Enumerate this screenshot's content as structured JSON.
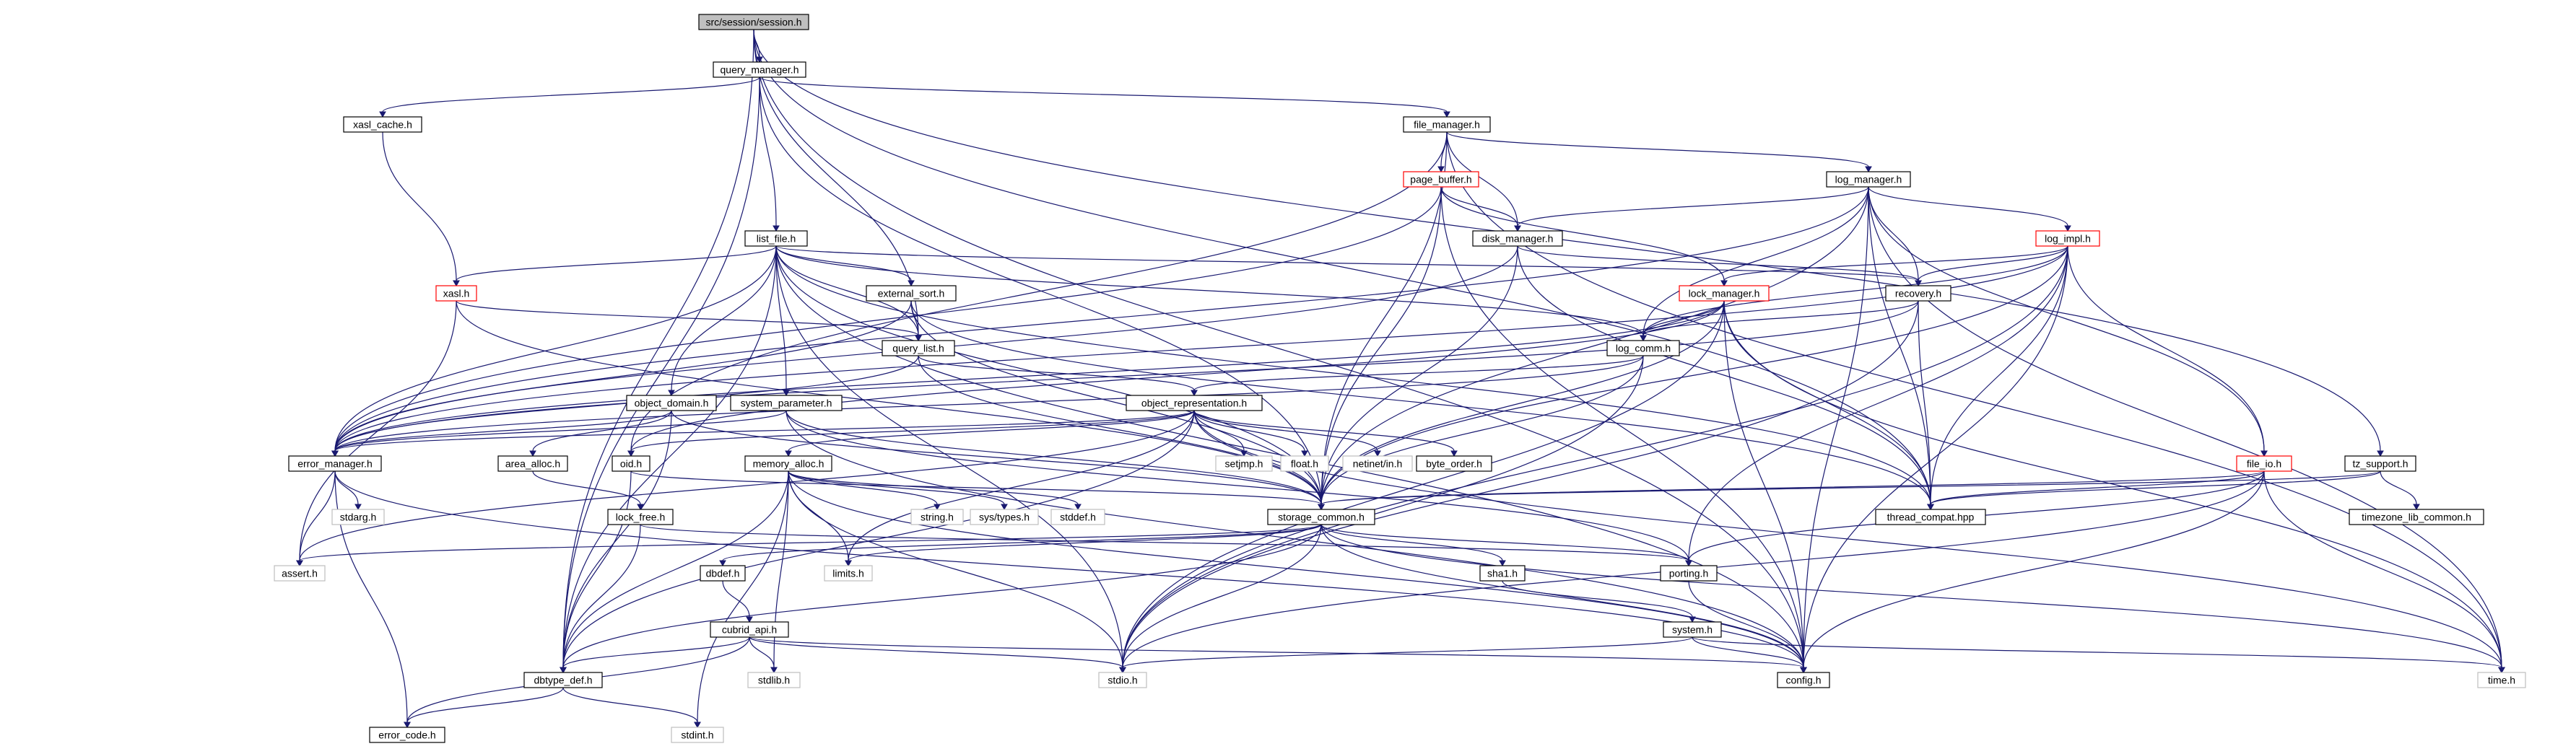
{
  "colors": {
    "edge": "#191970",
    "border_default": "#000000",
    "border_truncated": "#ff0000",
    "border_system": "#bfbfbf",
    "fill_root": "#bfbfbf",
    "fill_default": "#ffffff",
    "text_system": "#555555"
  },
  "nodes": {
    "session_h": {
      "label": "src/session/session.h",
      "kind": "root"
    },
    "query_manager_h": {
      "label": "query_manager.h",
      "kind": "normal"
    },
    "xasl_cache_h": {
      "label": "xasl_cache.h",
      "kind": "normal"
    },
    "file_manager_h": {
      "label": "file_manager.h",
      "kind": "normal"
    },
    "page_buffer_h": {
      "label": "page_buffer.h",
      "kind": "truncated"
    },
    "log_manager_h": {
      "label": "log_manager.h",
      "kind": "normal"
    },
    "list_file_h": {
      "label": "list_file.h",
      "kind": "normal"
    },
    "disk_manager_h": {
      "label": "disk_manager.h",
      "kind": "normal"
    },
    "log_impl_h": {
      "label": "log_impl.h",
      "kind": "truncated"
    },
    "xasl_h": {
      "label": "xasl.h",
      "kind": "truncated"
    },
    "external_sort_h": {
      "label": "external_sort.h",
      "kind": "normal"
    },
    "lock_manager_h": {
      "label": "lock_manager.h",
      "kind": "truncated"
    },
    "recovery_h": {
      "label": "recovery.h",
      "kind": "normal"
    },
    "query_list_h": {
      "label": "query_list.h",
      "kind": "normal"
    },
    "log_comm_h": {
      "label": "log_comm.h",
      "kind": "normal"
    },
    "object_domain_h": {
      "label": "object_domain.h",
      "kind": "normal"
    },
    "system_parameter_h": {
      "label": "system_parameter.h",
      "kind": "normal"
    },
    "object_representation_h": {
      "label": "object_representation.h",
      "kind": "normal"
    },
    "error_manager_h": {
      "label": "error_manager.h",
      "kind": "normal"
    },
    "area_alloc_h": {
      "label": "area_alloc.h",
      "kind": "normal"
    },
    "oid_h": {
      "label": "oid.h",
      "kind": "normal"
    },
    "memory_alloc_h": {
      "label": "memory_alloc.h",
      "kind": "normal"
    },
    "setjmp_h": {
      "label": "setjmp.h",
      "kind": "system"
    },
    "float_h": {
      "label": "float.h",
      "kind": "system"
    },
    "netinet_in_h": {
      "label": "netinet/in.h",
      "kind": "system"
    },
    "byte_order_h": {
      "label": "byte_order.h",
      "kind": "normal"
    },
    "file_io_h": {
      "label": "file_io.h",
      "kind": "truncated"
    },
    "tz_support_h": {
      "label": "tz_support.h",
      "kind": "normal"
    },
    "stdarg_h": {
      "label": "stdarg.h",
      "kind": "system"
    },
    "lock_free_h": {
      "label": "lock_free.h",
      "kind": "normal"
    },
    "string_h": {
      "label": "string.h",
      "kind": "system"
    },
    "sys_types_h": {
      "label": "sys/types.h",
      "kind": "system"
    },
    "stddef_h": {
      "label": "stddef.h",
      "kind": "system"
    },
    "storage_common_h": {
      "label": "storage_common.h",
      "kind": "normal"
    },
    "thread_compat_hpp": {
      "label": "thread_compat.hpp",
      "kind": "normal"
    },
    "timezone_lib_common_h": {
      "label": "timezone_lib_common.h",
      "kind": "normal"
    },
    "assert_h": {
      "label": "assert.h",
      "kind": "system"
    },
    "limits_h": {
      "label": "limits.h",
      "kind": "system"
    },
    "dbdef_h": {
      "label": "dbdef.h",
      "kind": "normal"
    },
    "sha1_h": {
      "label": "sha1.h",
      "kind": "normal"
    },
    "porting_h": {
      "label": "porting.h",
      "kind": "normal"
    },
    "cubrid_api_h": {
      "label": "cubrid_api.h",
      "kind": "normal"
    },
    "system_h": {
      "label": "system.h",
      "kind": "normal"
    },
    "dbtype_def_h": {
      "label": "dbtype_def.h",
      "kind": "normal"
    },
    "stdlib_h": {
      "label": "stdlib.h",
      "kind": "system"
    },
    "stdio_h": {
      "label": "stdio.h",
      "kind": "system"
    },
    "config_h": {
      "label": "config.h",
      "kind": "normal"
    },
    "time_h": {
      "label": "time.h",
      "kind": "system"
    },
    "error_code_h": {
      "label": "error_code.h",
      "kind": "normal"
    },
    "stdint_h": {
      "label": "stdint.h",
      "kind": "system"
    }
  },
  "edges": [
    [
      "session_h",
      "query_manager_h"
    ],
    [
      "session_h",
      "dbtype_def_h"
    ],
    [
      "session_h",
      "query_list_h"
    ],
    [
      "session_h",
      "thread_compat_hpp"
    ],
    [
      "session_h",
      "tz_support_h"
    ],
    [
      "session_h",
      "config_h"
    ],
    [
      "query_manager_h",
      "xasl_cache_h"
    ],
    [
      "query_manager_h",
      "list_file_h"
    ],
    [
      "query_manager_h",
      "file_manager_h"
    ],
    [
      "query_manager_h",
      "storage_common_h"
    ],
    [
      "query_manager_h",
      "dbtype_def_h"
    ],
    [
      "xasl_cache_h",
      "xasl_h"
    ],
    [
      "file_manager_h",
      "page_buffer_h"
    ],
    [
      "file_manager_h",
      "disk_manager_h"
    ],
    [
      "file_manager_h",
      "log_manager_h"
    ],
    [
      "file_manager_h",
      "storage_common_h"
    ],
    [
      "file_manager_h",
      "oid_h"
    ],
    [
      "file_manager_h",
      "time_h"
    ],
    [
      "page_buffer_h",
      "disk_manager_h"
    ],
    [
      "page_buffer_h",
      "lock_manager_h"
    ],
    [
      "page_buffer_h",
      "storage_common_h"
    ],
    [
      "page_buffer_h",
      "config_h"
    ],
    [
      "page_buffer_h",
      "error_manager_h"
    ],
    [
      "log_manager_h",
      "disk_manager_h"
    ],
    [
      "log_manager_h",
      "log_impl_h"
    ],
    [
      "log_manager_h",
      "recovery_h"
    ],
    [
      "log_manager_h",
      "log_comm_h"
    ],
    [
      "log_manager_h",
      "error_manager_h"
    ],
    [
      "log_manager_h",
      "storage_common_h"
    ],
    [
      "log_manager_h",
      "thread_compat_hpp"
    ],
    [
      "log_manager_h",
      "file_io_h"
    ],
    [
      "log_manager_h",
      "config_h"
    ],
    [
      "log_manager_h",
      "time_h"
    ],
    [
      "list_file_h",
      "xasl_h"
    ],
    [
      "list_file_h",
      "external_sort_h"
    ],
    [
      "list_file_h",
      "query_list_h"
    ],
    [
      "list_file_h",
      "system_parameter_h"
    ],
    [
      "list_file_h",
      "object_domain_h"
    ],
    [
      "list_file_h",
      "log_comm_h"
    ],
    [
      "list_file_h",
      "recovery_h"
    ],
    [
      "list_file_h",
      "storage_common_h"
    ],
    [
      "list_file_h",
      "error_manager_h"
    ],
    [
      "list_file_h",
      "dbtype_def_h"
    ],
    [
      "list_file_h",
      "stdio_h"
    ],
    [
      "list_file_h",
      "config_h"
    ],
    [
      "list_file_h",
      "thread_compat_hpp"
    ],
    [
      "disk_manager_h",
      "error_manager_h"
    ],
    [
      "disk_manager_h",
      "storage_common_h"
    ],
    [
      "disk_manager_h",
      "recovery_h"
    ],
    [
      "disk_manager_h",
      "thread_compat_hpp"
    ],
    [
      "log_impl_h",
      "recovery_h"
    ],
    [
      "log_impl_h",
      "lock_manager_h"
    ],
    [
      "log_impl_h",
      "log_comm_h"
    ],
    [
      "log_impl_h",
      "file_io_h"
    ],
    [
      "log_impl_h",
      "storage_common_h"
    ],
    [
      "log_impl_h",
      "error_manager_h"
    ],
    [
      "log_impl_h",
      "thread_compat_hpp"
    ],
    [
      "log_impl_h",
      "porting_h"
    ],
    [
      "log_impl_h",
      "stdio_h"
    ],
    [
      "log_impl_h",
      "config_h"
    ],
    [
      "xasl_h",
      "query_list_h"
    ],
    [
      "xasl_h",
      "storage_common_h"
    ],
    [
      "xasl_h",
      "assert_h"
    ],
    [
      "external_sort_h",
      "query_list_h"
    ],
    [
      "external_sort_h",
      "storage_common_h"
    ],
    [
      "external_sort_h",
      "error_manager_h"
    ],
    [
      "external_sort_h",
      "thread_compat_hpp"
    ],
    [
      "lock_manager_h",
      "log_comm_h"
    ],
    [
      "lock_manager_h",
      "storage_common_h"
    ],
    [
      "lock_manager_h",
      "oid_h"
    ],
    [
      "lock_manager_h",
      "error_manager_h"
    ],
    [
      "lock_manager_h",
      "thread_compat_hpp"
    ],
    [
      "lock_manager_h",
      "config_h"
    ],
    [
      "lock_manager_h",
      "stdio_h"
    ],
    [
      "lock_manager_h",
      "time_h"
    ],
    [
      "recovery_h",
      "log_comm_h"
    ],
    [
      "recovery_h",
      "error_manager_h"
    ],
    [
      "recovery_h",
      "thread_compat_hpp"
    ],
    [
      "recovery_h",
      "stdio_h"
    ],
    [
      "query_list_h",
      "object_representation_h"
    ],
    [
      "query_list_h",
      "error_manager_h"
    ],
    [
      "query_list_h",
      "storage_common_h"
    ],
    [
      "log_comm_h",
      "object_representation_h"
    ],
    [
      "log_comm_h",
      "storage_common_h"
    ],
    [
      "log_comm_h",
      "error_manager_h"
    ],
    [
      "log_comm_h",
      "stdio_h"
    ],
    [
      "object_domain_h",
      "error_manager_h"
    ],
    [
      "object_domain_h",
      "area_alloc_h"
    ],
    [
      "object_domain_h",
      "storage_common_h"
    ],
    [
      "object_domain_h",
      "dbtype_def_h"
    ],
    [
      "system_parameter_h",
      "error_manager_h"
    ],
    [
      "system_parameter_h",
      "storage_common_h"
    ],
    [
      "system_parameter_h",
      "porting_h"
    ],
    [
      "system_parameter_h",
      "config_h"
    ],
    [
      "object_representation_h",
      "error_manager_h"
    ],
    [
      "object_representation_h",
      "oid_h"
    ],
    [
      "object_representation_h",
      "memory_alloc_h"
    ],
    [
      "object_representation_h",
      "setjmp_h"
    ],
    [
      "object_representation_h",
      "float_h"
    ],
    [
      "object_representation_h",
      "netinet_in_h"
    ],
    [
      "object_representation_h",
      "byte_order_h"
    ],
    [
      "object_representation_h",
      "storage_common_h"
    ],
    [
      "object_representation_h",
      "limits_h"
    ],
    [
      "object_representation_h",
      "time_h"
    ],
    [
      "object_representation_h",
      "dbtype_def_h"
    ],
    [
      "object_representation_h",
      "assert_h"
    ],
    [
      "error_manager_h",
      "stdarg_h"
    ],
    [
      "error_manager_h",
      "assert_h"
    ],
    [
      "error_manager_h",
      "error_code_h"
    ],
    [
      "error_manager_h",
      "config_h"
    ],
    [
      "area_alloc_h",
      "lock_free_h"
    ],
    [
      "oid_h",
      "storage_common_h"
    ],
    [
      "oid_h",
      "dbtype_def_h"
    ],
    [
      "memory_alloc_h",
      "string_h"
    ],
    [
      "memory_alloc_h",
      "sys_types_h"
    ],
    [
      "memory_alloc_h",
      "stddef_h"
    ],
    [
      "memory_alloc_h",
      "limits_h"
    ],
    [
      "memory_alloc_h",
      "dbtype_def_h"
    ],
    [
      "memory_alloc_h",
      "stdlib_h"
    ],
    [
      "memory_alloc_h",
      "stdio_h"
    ],
    [
      "memory_alloc_h",
      "config_h"
    ],
    [
      "memory_alloc_h",
      "stdint_h"
    ],
    [
      "file_io_h",
      "storage_common_h"
    ],
    [
      "file_io_h",
      "thread_compat_hpp"
    ],
    [
      "file_io_h",
      "porting_h"
    ],
    [
      "file_io_h",
      "time_h"
    ],
    [
      "file_io_h",
      "config_h"
    ],
    [
      "file_io_h",
      "stdio_h"
    ],
    [
      "tz_support_h",
      "storage_common_h"
    ],
    [
      "tz_support_h",
      "timezone_lib_common_h"
    ],
    [
      "tz_support_h",
      "thread_compat_hpp"
    ],
    [
      "lock_free_h",
      "dbtype_def_h"
    ],
    [
      "lock_free_h",
      "porting_h"
    ],
    [
      "storage_common_h",
      "assert_h"
    ],
    [
      "storage_common_h",
      "limits_h"
    ],
    [
      "storage_common_h",
      "dbdef_h"
    ],
    [
      "storage_common_h",
      "sha1_h"
    ],
    [
      "storage_common_h",
      "porting_h"
    ],
    [
      "storage_common_h",
      "dbtype_def_h"
    ],
    [
      "storage_common_h",
      "stdio_h"
    ],
    [
      "storage_common_h",
      "config_h"
    ],
    [
      "storage_common_h",
      "time_h"
    ],
    [
      "dbdef_h",
      "cubrid_api_h"
    ],
    [
      "sha1_h",
      "system_h"
    ],
    [
      "porting_h",
      "config_h"
    ],
    [
      "cubrid_api_h",
      "dbtype_def_h"
    ],
    [
      "cubrid_api_h",
      "error_code_h"
    ],
    [
      "cubrid_api_h",
      "stdlib_h"
    ],
    [
      "cubrid_api_h",
      "stdio_h"
    ],
    [
      "cubrid_api_h",
      "config_h"
    ],
    [
      "system_h",
      "stdio_h"
    ],
    [
      "system_h",
      "config_h"
    ],
    [
      "system_h",
      "time_h"
    ],
    [
      "dbtype_def_h",
      "error_code_h"
    ],
    [
      "dbtype_def_h",
      "stdint_h"
    ]
  ]
}
